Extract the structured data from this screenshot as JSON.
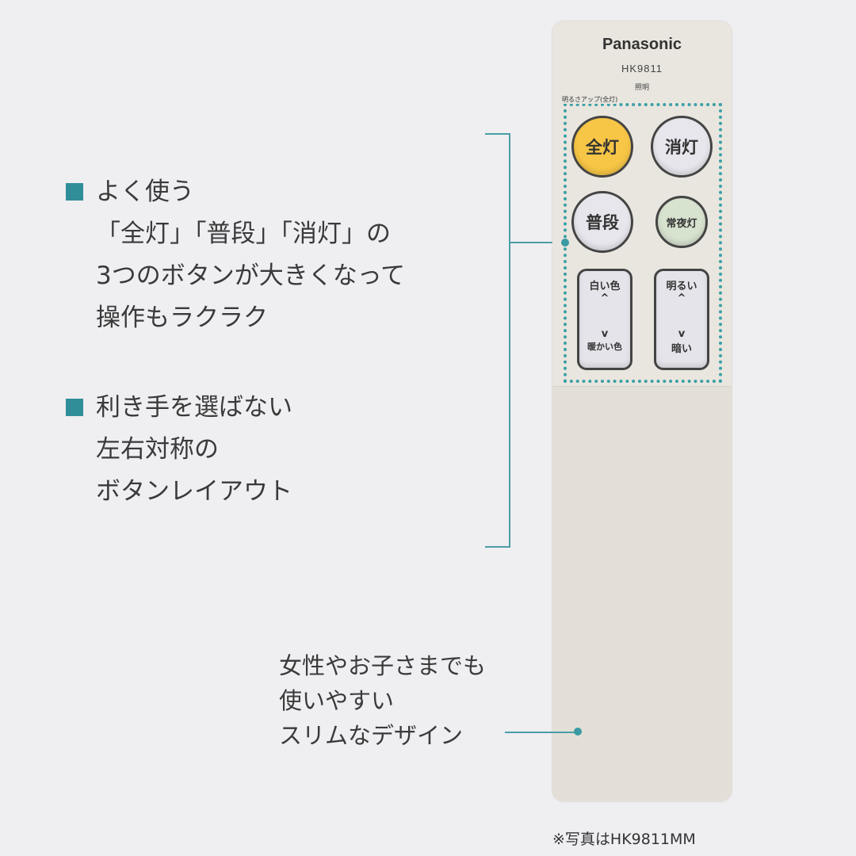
{
  "features": [
    {
      "lines": [
        "よく使う",
        "「全灯」「普段」「消灯」の",
        "3つのボタンが大きくなって",
        "操作もラクラク"
      ]
    },
    {
      "lines": [
        "利き手を選ばない",
        "左右対称の",
        "ボタンレイアウト"
      ]
    }
  ],
  "remote": {
    "brand": "Panasonic",
    "model": "HK9811",
    "category": "照明",
    "highlight_label": "明るさアップ(全灯)",
    "buttons": {
      "full_on": "全灯",
      "off": "消灯",
      "normal": "普段",
      "night_light": "常夜灯"
    },
    "color_rocker": {
      "up": "白い色",
      "down": "暖かい色",
      "up_arrow": "^",
      "down_arrow": "v"
    },
    "brightness_rocker": {
      "up": "明るい",
      "down": "暗い",
      "up_arrow": "^",
      "down_arrow": "v"
    },
    "colors": {
      "full_on": "#f7c646",
      "off": "#e6e6ec",
      "normal": "#e6e6ec",
      "night_light": "#d7e2cf",
      "accent": "#3a9aa3"
    }
  },
  "slim_caption": [
    "女性やお子さまでも",
    "使いやすい",
    "スリムなデザイン"
  ],
  "footnote": "※写真はHK9811MM"
}
